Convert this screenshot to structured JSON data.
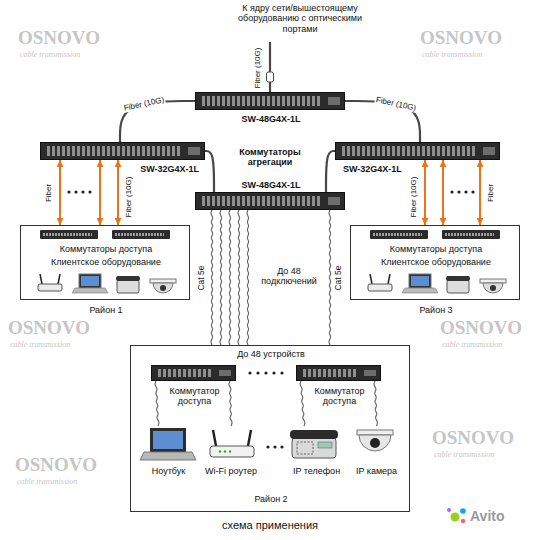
{
  "diagram": {
    "caption": "схема применения",
    "nodes": [
      {
        "text": [
          "SW-48G4X-1L"
        ]
      },
      {
        "text": [
          "SW-32G4X-1L"
        ]
      },
      {
        "text": [
          "SW-32G4X-1L"
        ]
      },
      {
        "text": [
          "SW-48G4X-1L"
        ]
      },
      {
        "text": [
          "Коммутаторы доступа",
          "Клиентское оборудование",
          "Район 1"
        ]
      },
      {
        "text": [
          "Коммутаторы доступа",
          "Клиентское оборудование",
          "Район 3"
        ]
      },
      {
        "text": [
          "До 48 устройств",
          "Район 2"
        ]
      },
      {
        "text": [
          "Коммутатор доступа"
        ],
        "in": 6
      },
      {
        "text": [
          "Коммутатор доступа"
        ],
        "in": 6
      },
      {
        "text": [
          "Ноутбук"
        ],
        "in": 6
      },
      {
        "text": [
          "Wi-Fi роутер"
        ],
        "in": 6
      },
      {
        "text": [
          "IP телефон"
        ],
        "in": 6
      },
      {
        "text": [
          "IP камера"
        ],
        "in": 6
      }
    ],
    "edges": [
      {
        "from": 0,
        "to": 1,
        "arrow": "none",
        "label": "Fiber (10G)"
      },
      {
        "from": 0,
        "to": 2,
        "arrow": "none",
        "label": "Fiber (10G)"
      },
      {
        "from": 1,
        "to": 3,
        "arrow": "none"
      },
      {
        "from": 2,
        "to": 3,
        "arrow": "none"
      },
      {
        "from": 1,
        "to": 4,
        "arrow": "both",
        "label": "Fiber"
      },
      {
        "from": 1,
        "to": 4,
        "arrow": "both"
      },
      {
        "from": 1,
        "to": 4,
        "arrow": "both",
        "label": "Fiber (10G)"
      },
      {
        "from": 2,
        "to": 5,
        "arrow": "both",
        "label": "Fiber (10G)"
      },
      {
        "from": 2,
        "to": 5,
        "arrow": "both"
      },
      {
        "from": 2,
        "to": 5,
        "arrow": "both",
        "label": "Fiber"
      },
      {
        "from": 3,
        "to": 6,
        "arrow": "none",
        "label": "Cat 5e"
      },
      {
        "from": 3,
        "to": 6,
        "arrow": "none"
      },
      {
        "from": 3,
        "to": 6,
        "arrow": "none"
      },
      {
        "from": 3,
        "to": 6,
        "arrow": "none"
      },
      {
        "from": 3,
        "to": 6,
        "arrow": "none"
      },
      {
        "from": 3,
        "to": 6,
        "arrow": "none",
        "label": "Cat 5e"
      },
      {
        "from": 7,
        "to": 9,
        "arrow": "none"
      },
      {
        "from": 7,
        "to": 10,
        "arrow": "none"
      },
      {
        "from": 8,
        "to": 11,
        "arrow": "none"
      },
      {
        "from": 8,
        "to": 12,
        "arrow": "none"
      }
    ],
    "labels": [
      "К ядру сети/вышестоящему оборудованию с оптическими портами",
      "Fiber (10G)",
      "Коммутаторы агрегации",
      "До 48 подключений",
      "OSNOVO",
      "cable transmission",
      "OSNOVO",
      "cable transmission",
      "OSNOVO",
      "cable transmission",
      "OSNOVO",
      "cable transmission",
      "OSNOVO",
      "cable transmission",
      "OSNOVO",
      "cable transmission",
      "Avito"
    ]
  }
}
